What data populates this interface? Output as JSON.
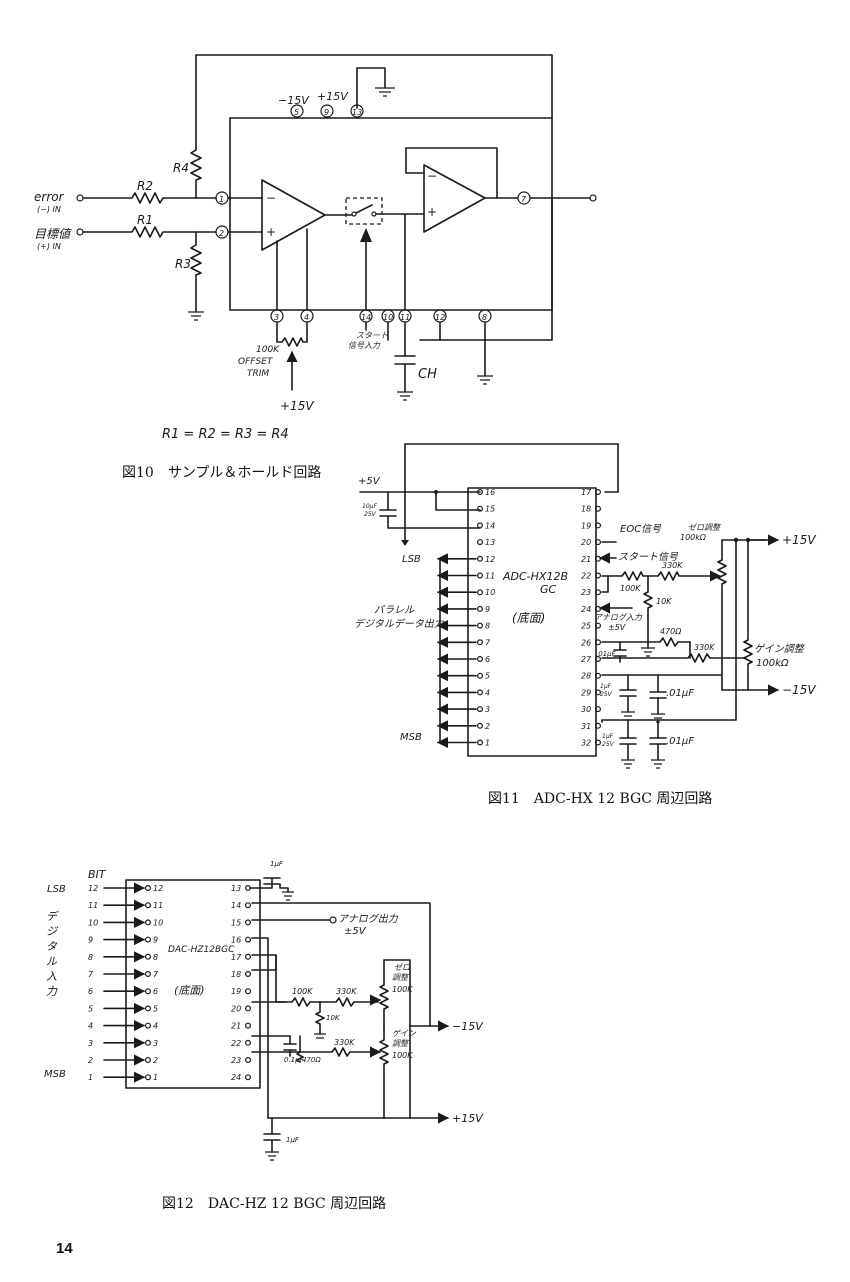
{
  "fig10": {
    "caption": "図10　サンプル＆ホールド回路",
    "equation": "R1 = R2 = R3 = R4",
    "inputs": {
      "error": "error",
      "error_sub": "(−) IN",
      "target": "目標値",
      "target_sub": "(+) IN"
    },
    "resistors": {
      "r1": "R1",
      "r2": "R2",
      "r3": "R3",
      "r4": "R4"
    },
    "supply_labels": {
      "neg15": "−15V",
      "pos15": "+15V"
    },
    "pins": [
      "5",
      "9",
      "13",
      "1",
      "2",
      "7",
      "3",
      "4",
      "14",
      "10",
      "11",
      "12",
      "8"
    ],
    "start_label": "スタート\n信号入力",
    "offset_label": "100K\nOFFSET\nTRIM",
    "offset_supply": "+15V",
    "ch_label": "CH"
  },
  "fig11": {
    "caption": "図11　ADC-HX 12 BGC 周辺回路",
    "chip_label": "ADC-HX12B\nGC",
    "view_label": "(底面)",
    "left_pins": [
      "16",
      "15",
      "14",
      "13",
      "12",
      "11",
      "10",
      "9",
      "8",
      "7",
      "6",
      "5",
      "4",
      "3",
      "2",
      "1"
    ],
    "right_pins": [
      "17",
      "18",
      "19",
      "20",
      "21",
      "22",
      "23",
      "24",
      "25",
      "26",
      "27",
      "28",
      "29",
      "30",
      "31",
      "32"
    ],
    "labels": {
      "supply": "+5V",
      "cap": "10μF\n25V",
      "lsb": "LSB",
      "msb": "MSB",
      "parallel": "パラレル\nデジタルデータ出力",
      "eoc": "EOC信号",
      "start": "スタート信号",
      "analog_in": "アナログ入力\n±5V",
      "zero_adj": "ゼロ調整\n100kΩ",
      "gain_adj": "ゲイン調整\n100kΩ",
      "pos15": "+15V",
      "neg15": "−15V",
      "r100k": "100K",
      "r330k_a": "330K",
      "r10k": "10K",
      "r470": "470Ω",
      "r330k_b": "330K",
      "c01_a": ".01μF",
      "c01_b": ".01μF",
      "c01_c": ".01μF",
      "c1_a": "1μF\n25V",
      "c1_b": "1μF\n25V"
    }
  },
  "fig12": {
    "caption": "図12　DAC-HZ 12 BGC 周辺回路",
    "chip_label": "DAC-HZ12BGC",
    "view_label": "(底面)",
    "bit_label": "BIT",
    "left_pins": [
      "12",
      "11",
      "10",
      "9",
      "8",
      "7",
      "6",
      "5",
      "4",
      "3",
      "2",
      "1"
    ],
    "right_pins": [
      "13",
      "14",
      "15",
      "16",
      "17",
      "18",
      "19",
      "20",
      "21",
      "22",
      "23",
      "24"
    ],
    "labels": {
      "lsb": "LSB",
      "msb": "MSB",
      "digital_in": "デジタル入力",
      "cap_top": "1μF",
      "cap_bottom": "1μF",
      "analog_out": "アナログ出力\n±5V",
      "zero": "ゼロ\n調整\n100K",
      "gain": "ゲイン\n調整\n100K",
      "neg15": "−15V",
      "pos15": "+15V",
      "r100k": "100K",
      "r330k_a": "330K",
      "r10k": "10K",
      "r330k_b": "330K",
      "c01": "0.1μF",
      "r470": "470Ω"
    }
  },
  "page_number": "14"
}
